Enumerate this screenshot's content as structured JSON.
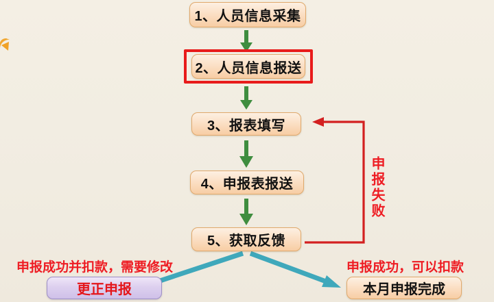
{
  "diagram": {
    "title_steps": [
      {
        "id": "step1",
        "label": "1、人员信息采集"
      },
      {
        "id": "step2",
        "label": "2、人员信息报送"
      },
      {
        "id": "step3",
        "label": "3、报表填写"
      },
      {
        "id": "step4",
        "label": "4、申报表报送"
      },
      {
        "id": "step5",
        "label": "5、获取反馈"
      }
    ],
    "highlight": {
      "target_step": "2、人员信息报送",
      "border_color": "#e81b1b"
    },
    "feedback_loop": {
      "label": "申报失败",
      "color": "#ee1c23",
      "from": "5、获取反馈",
      "to": "3、报表填写"
    },
    "outcomes": [
      {
        "id": "outcome-correction",
        "caption": "申报成功并扣款，需要修改",
        "box_label": "更正申报",
        "box_color": "#cfc0e8",
        "text_color": "#e4161b"
      },
      {
        "id": "outcome-complete",
        "caption": "申报成功，可以扣款",
        "box_label": "本月申报完成",
        "box_color": "#f7cda4",
        "text_color": "#111111"
      }
    ],
    "colors": {
      "background": "#f2ede2",
      "box_fill": "#fbdfc4",
      "box_border": "#e0a96c",
      "arrow_green": "#3f8d3f",
      "arrow_teal": "#3fa8bb",
      "arrow_red": "#d32020",
      "accent_orange": "#f0a227"
    },
    "icons": {
      "left_decoration": "orange-arc-decoration",
      "down_arrow": "arrow-down-icon",
      "diagonal_arrow": "arrow-diagonal-icon",
      "loop_arrow": "arrow-loop-left-icon"
    }
  }
}
